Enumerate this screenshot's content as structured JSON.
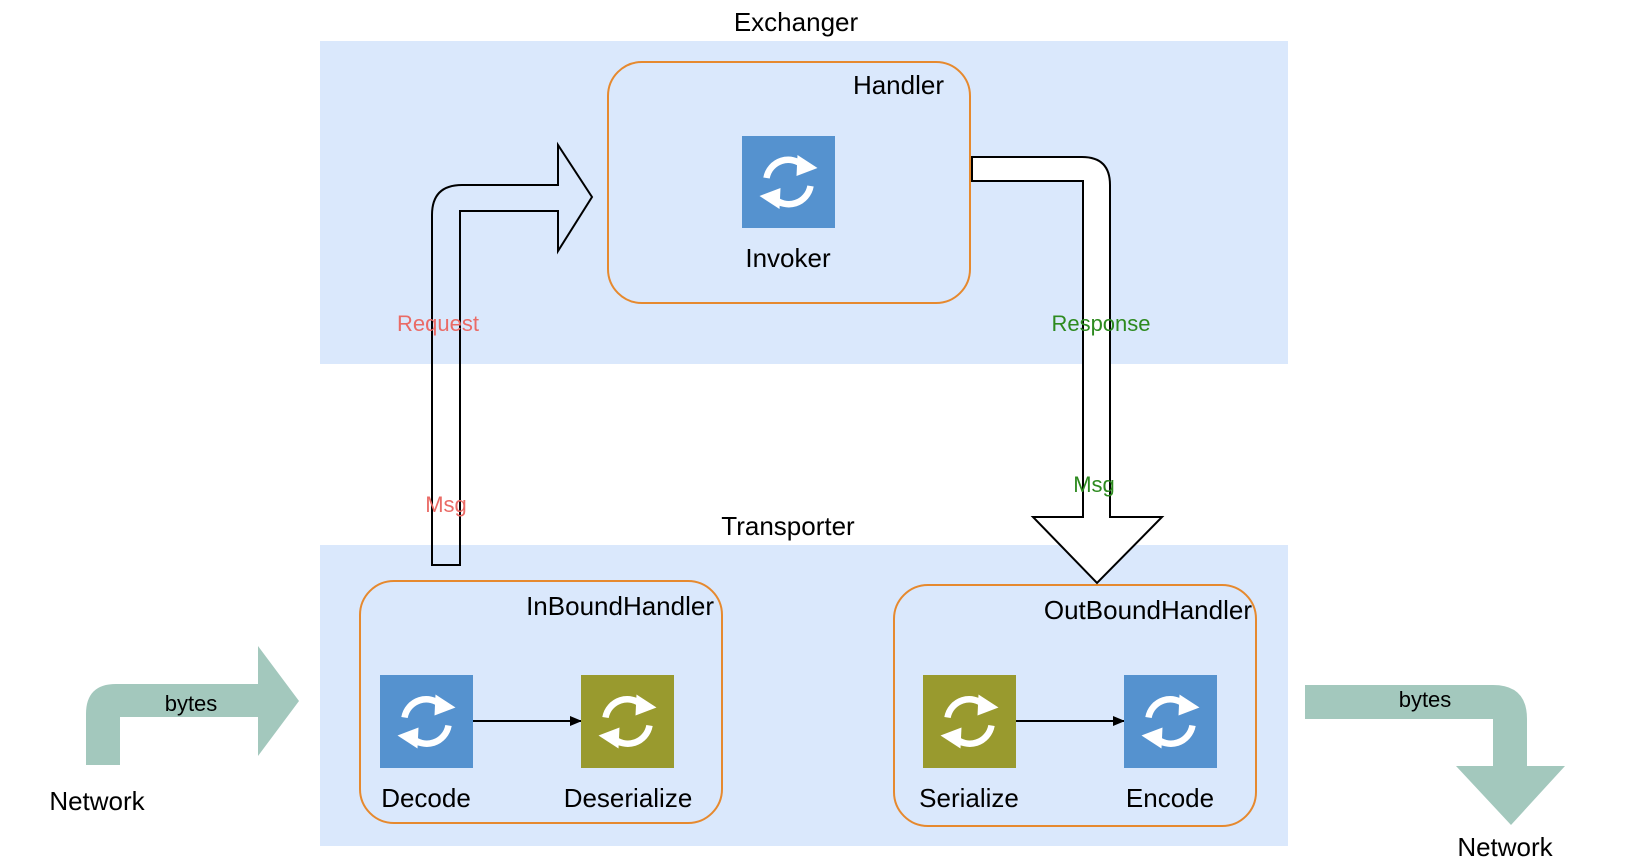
{
  "exchanger": {
    "title": "Exchanger",
    "handler": {
      "title": "Handler",
      "invoker_label": "Invoker"
    }
  },
  "transporter": {
    "title": "Transporter",
    "inbound": {
      "title": "InBoundHandler",
      "decode_label": "Decode",
      "deserialize_label": "Deserialize"
    },
    "outbound": {
      "title": "OutBoundHandler",
      "serialize_label": "Serialize",
      "encode_label": "Encode"
    }
  },
  "flow": {
    "request_label": "Request",
    "request_msg_label": "Msg",
    "response_label": "Response",
    "response_msg_label": "Msg"
  },
  "network": {
    "in_label": "Network",
    "in_bytes_label": "bytes",
    "out_label": "Network",
    "out_bytes_label": "bytes"
  },
  "icons": {
    "invoker": "refresh-icon",
    "decode": "refresh-icon",
    "deserialize": "refresh-icon",
    "serialize": "refresh-icon",
    "encode": "refresh-icon"
  },
  "colors": {
    "container_fill": "#dae8fc",
    "handler_border": "#e6892e",
    "blue_block": "#5592cf",
    "olive_block": "#999a2e",
    "network_arrow": "#a3c8bd",
    "request_text": "#ea6b66",
    "response_text": "#2d8a1f"
  }
}
